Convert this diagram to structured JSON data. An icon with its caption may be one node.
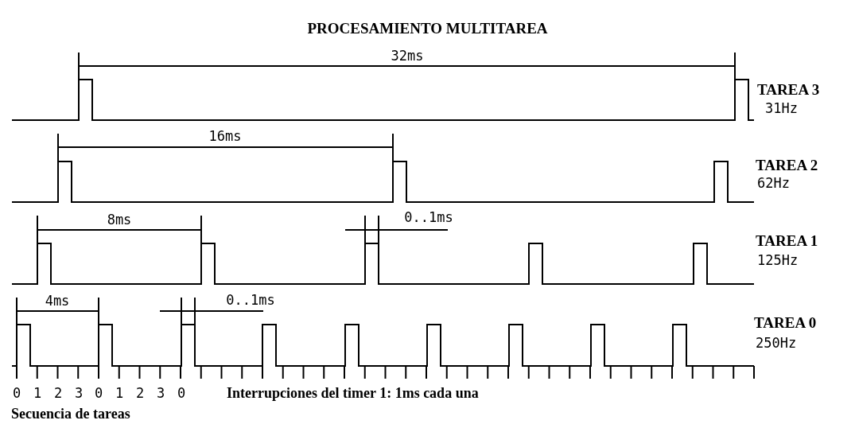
{
  "diagram": {
    "title": "PROCESAMIENTO MULTITAREA",
    "labels": [
      "32ms",
      "TAREA 3",
      "31Hz",
      "16ms",
      "TAREA 2",
      "62Hz",
      "8ms",
      "0..1ms",
      "TAREA 1",
      "125Hz",
      "4ms",
      "0..1ms",
      "TAREA 0",
      "250Hz",
      "0",
      "1",
      "2",
      "3",
      "0",
      "1",
      "2",
      "3",
      "0",
      "Interrupciones del timer 1: 1ms cada una",
      "Secuencia de tareas"
    ]
  }
}
